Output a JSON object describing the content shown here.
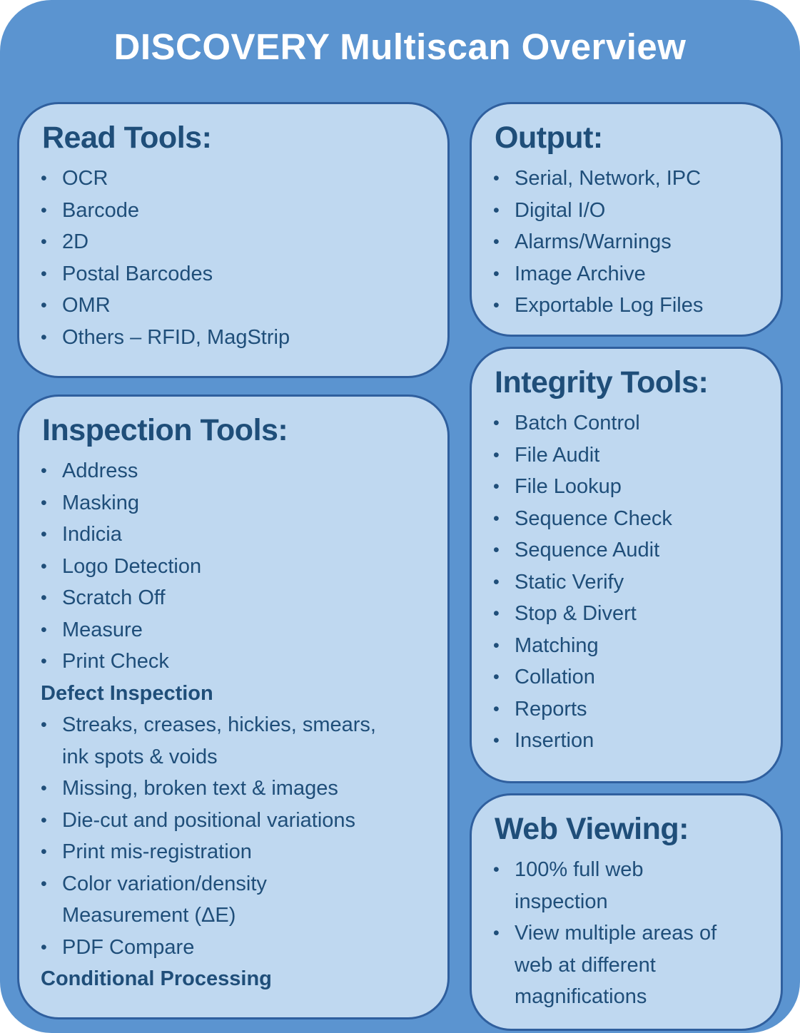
{
  "title": "DISCOVERY Multiscan Overview",
  "bullet_glyph": "•",
  "colors": {
    "background": "#5B94D0",
    "panel_fill": "#BFD8F0",
    "panel_border": "#2F5F9E",
    "text": "#1F4E79",
    "title_text": "#FFFFFF"
  },
  "sections": {
    "read_tools": {
      "heading": "Read Tools:",
      "items": [
        {
          "type": "bullet",
          "text": "OCR"
        },
        {
          "type": "bullet",
          "text": "Barcode"
        },
        {
          "type": "bullet",
          "text": "2D"
        },
        {
          "type": "bullet",
          "text": "Postal Barcodes"
        },
        {
          "type": "bullet",
          "text": "OMR"
        },
        {
          "type": "bullet",
          "text": "Others – RFID, MagStrip"
        }
      ]
    },
    "output": {
      "heading": "Output:",
      "items": [
        {
          "type": "bullet",
          "text": "Serial, Network, IPC"
        },
        {
          "type": "bullet",
          "text": "Digital I/O"
        },
        {
          "type": "bullet",
          "text": "Alarms/Warnings"
        },
        {
          "type": "bullet",
          "text": "Image Archive"
        },
        {
          "type": "bullet",
          "text": "Exportable Log Files"
        }
      ]
    },
    "inspection_tools": {
      "heading": "Inspection Tools:",
      "items": [
        {
          "type": "bullet",
          "text": "Address"
        },
        {
          "type": "bullet",
          "text": "Masking"
        },
        {
          "type": "bullet",
          "text": "Indicia"
        },
        {
          "type": "bullet",
          "text": "Logo Detection"
        },
        {
          "type": "bullet",
          "text": "Scratch Off"
        },
        {
          "type": "bullet",
          "text": "Measure"
        },
        {
          "type": "bullet",
          "text": "Print Check"
        },
        {
          "type": "subhead",
          "text": "Defect Inspection"
        },
        {
          "type": "bullet",
          "text": "Streaks, creases, hickies, smears, ink spots & voids"
        },
        {
          "type": "bullet",
          "text": "Missing, broken text & images"
        },
        {
          "type": "bullet",
          "text": "Die-cut and positional variations"
        },
        {
          "type": "bullet",
          "text": "Print mis-registration"
        },
        {
          "type": "bullet",
          "text": "Color variation/density Measurement (ΔE)"
        },
        {
          "type": "bullet",
          "text": "PDF Compare"
        },
        {
          "type": "subhead",
          "text": "Conditional Processing"
        }
      ]
    },
    "integrity_tools": {
      "heading": "Integrity Tools:",
      "items": [
        {
          "type": "bullet",
          "text": "Batch Control"
        },
        {
          "type": "bullet",
          "text": "File Audit"
        },
        {
          "type": "bullet",
          "text": "File Lookup"
        },
        {
          "type": "bullet",
          "text": "Sequence Check"
        },
        {
          "type": "bullet",
          "text": "Sequence Audit"
        },
        {
          "type": "bullet",
          "text": "Static Verify"
        },
        {
          "type": "bullet",
          "text": "Stop & Divert"
        },
        {
          "type": "bullet",
          "text": "Matching"
        },
        {
          "type": "bullet",
          "text": "Collation"
        },
        {
          "type": "bullet",
          "text": "Reports"
        },
        {
          "type": "bullet",
          "text": "Insertion"
        }
      ]
    },
    "web_viewing": {
      "heading": "Web Viewing:",
      "items": [
        {
          "type": "bullet",
          "text": "100% full web inspection"
        },
        {
          "type": "bullet",
          "text": "View multiple areas of web at different magnifications"
        }
      ]
    }
  }
}
